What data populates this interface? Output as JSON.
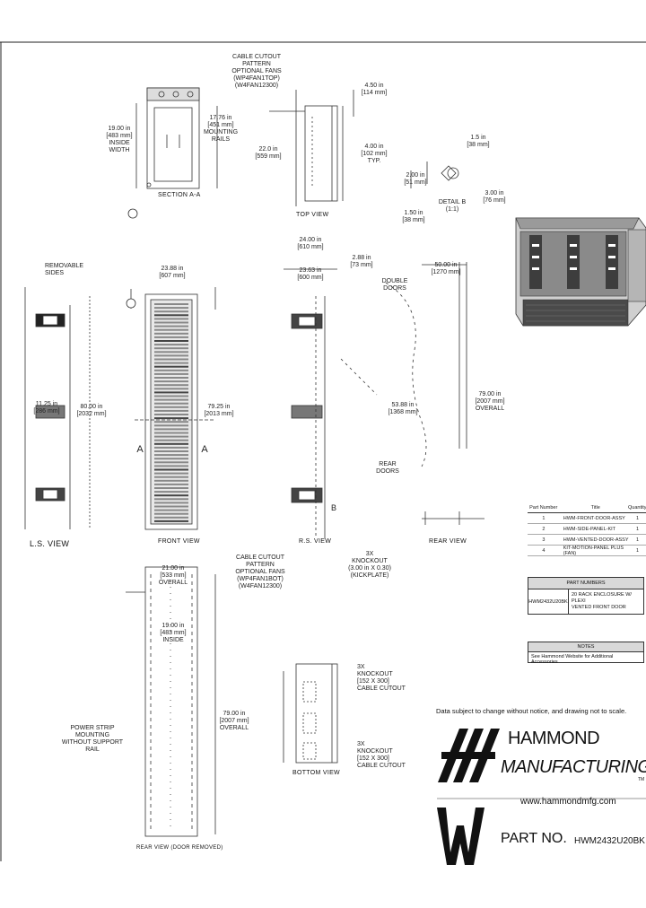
{
  "views": {
    "section_aa": "SECTION A-A",
    "top": "TOP VIEW",
    "ls": "L.S. VIEW",
    "front": "FRONT VIEW",
    "rs": "R.S. VIEW",
    "rear": "REAR VIEW",
    "rear_door_removed": "REAR VIEW (DOOR REMOVED)",
    "bottom": "BOTTOM VIEW"
  },
  "callouts": {
    "cable_cutout_top": "CABLE CUTOUT PATTERN\nOPTIONAL FANS\n(WP4FAN1TOP)\n(W4FAN12300)",
    "dim_top_right": "4.50 in\n[114 mm]",
    "dim_inside_width": "19.00 in\n[483 mm]\nINSIDE WIDTH",
    "dim_mounting_rails": "17.76 in\n[451 mm]\nMOUNTING RAILS",
    "dim_top_depth": "22.0 in\n[559 mm]",
    "dim_top_typ": "4.00 in\n[102 mm]\nTYP.",
    "dim_lock": "1.5 in\n[38 mm]",
    "dim_detail_a": "2.00 in\n[51 mm]",
    "dim_detail_b": "1.50 in\n[38 mm]",
    "dim_detail_c": "3.00 in\n[76 mm]",
    "detail_b": "DETAIL B\n(1:1)",
    "removable_sides": "REMOVABLE\nSIDES",
    "dim_front_width": "23.88 in\n[607 mm]",
    "dim_front_overall": "23.63 in\n[600 mm]",
    "dim_front_side": "2.88 in\n[73 mm]",
    "dim_rs_width": "24.00 in\n[610 mm]",
    "dim_height": "80.00 in\n[2032 mm]",
    "dim_front_height": "79.25 in\n[2013 mm]",
    "dim_rs_height": "53.88 in\n[1368 mm]",
    "dim_rs_depth": "50.00 in\n[1270 mm]",
    "dim_ls_mid": "11.25 in\n[286 mm]",
    "double_doors": "DOUBLE\nDOORS",
    "rear_doors": "REAR\nDOORS",
    "cable_cutout_bottom": "CABLE CUTOUT PATTERN\nOPTIONAL FANS\n(WP4FAN1BOT)\n(W4FAN12300)",
    "kickplate_a": "3X\nKNOCKOUT\n(3.00 in X 0.30)\n(KICKPLATE)",
    "dim_rear_top": "21.00 in\n[533 mm]\nOVERALL",
    "dim_rear_inner": "19.00 in\n[483 mm]\nINSIDE",
    "dim_rear_height": "79.00 in\n[2007 mm]\nOVERALL",
    "power_strip": "POWER STRIP MOUNTING\nWITHOUT SUPPORT RAIL",
    "knockout_bottom_1": "3X\nKNOCKOUT\n[152 X 300]\nCABLE CUTOUT",
    "knockout_bottom_2": "3X\nKNOCKOUT\n[152 X 300]\nCABLE CUTOUT",
    "section_mark": "A",
    "detail_mark": "B"
  },
  "accessories_table": {
    "headers": [
      "Part Number",
      "Title",
      "Quantity"
    ],
    "rows": [
      [
        "1",
        "HWM-FRONT-DOOR-ASSY",
        "1"
      ],
      [
        "2",
        "HWM-SIDE-PANEL-KIT",
        "1"
      ],
      [
        "3",
        "HWM-VENTED-DOOR-ASSY",
        "1"
      ],
      [
        "4",
        "KIT-MOTION-PANEL PLUS (FAN)",
        "1"
      ]
    ]
  },
  "part_numbers": {
    "title": "PART NUMBERS",
    "number": "HWM2432U20BK",
    "description": "20 RACK ENCLOSURE W/ PLEXI\nVENTED FRONT DOOR"
  },
  "notes": {
    "title": "NOTES",
    "text": "See Hammond Website for Additional Accessories"
  },
  "disclaimer": "Data subject to change without notice, and drawing not to scale.",
  "brand": {
    "name_1": "HAMMOND",
    "name_2": "MANUFACTURING",
    "tm": "TM",
    "url": "www.hammondmfg.com"
  },
  "part_no_label": "PART NO.",
  "part_no_value": "HWM2432U20BK",
  "colors": {
    "ink": "#111111",
    "line": "#333333",
    "enclosure_gray": "#9a9a9a",
    "enclosure_dark": "#555555",
    "header_gray": "#d9d9d9"
  }
}
